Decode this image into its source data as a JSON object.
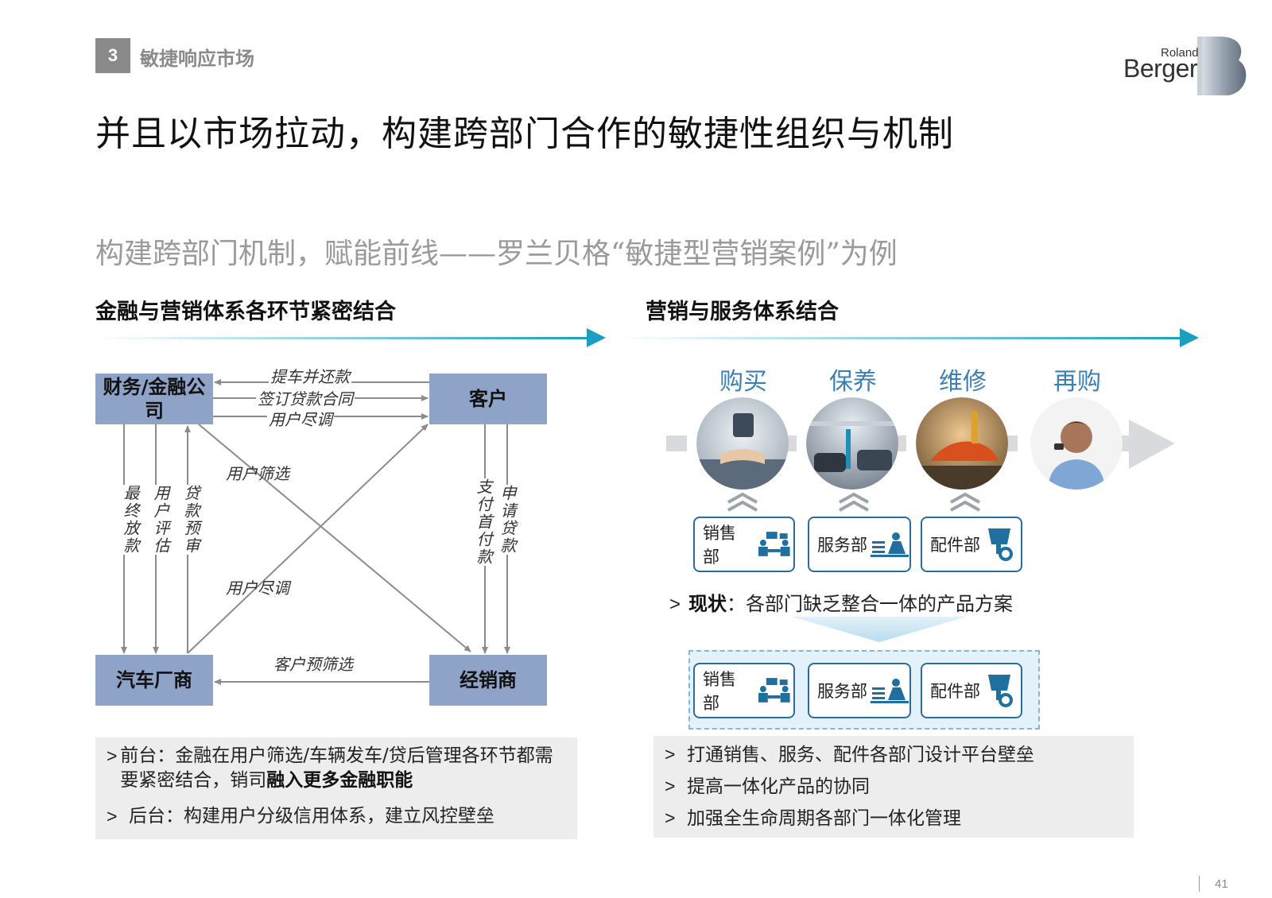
{
  "header": {
    "section_number": "3",
    "section_title": "敏捷响应市场",
    "logo_line1": "Roland",
    "logo_line2": "Berger"
  },
  "title": "并且以市场拉动，构建跨部门合作的敏捷性组织与机制",
  "subtitle": "构建跨部门机制，赋能前线——罗兰贝格“敏捷型营销案例”为例",
  "left": {
    "heading": "金融与营销体系各环节紧密结合",
    "nodes": {
      "finance": "财务/金融公司",
      "customer": "客户",
      "oem": "汽车厂商",
      "dealer": "经销商"
    },
    "edge_labels": {
      "pickup_repay": "提车并还款",
      "sign_contract": "签订贷款合同",
      "due_diligence_top": "用户尽调",
      "screening": "用户筛选",
      "due_diligence_mid": "用户尽调",
      "pre_screening": "客户预筛选",
      "final_loan": "最终放款",
      "user_eval": "用户评估",
      "loan_precheck": "贷款预审",
      "down_payment": "支付首付款",
      "apply_loan": "申请贷款"
    },
    "bullets": [
      {
        "prefix": "前台：金融在用户筛选/车辆发车/贷后管理各环节都需要紧密结合，销司",
        "bold": "融入更多金融职能"
      },
      {
        "prefix": "后台：构建用户分级信用体系，建立风控壁垒",
        "bold": ""
      }
    ]
  },
  "right": {
    "heading": "营销与服务体系结合",
    "stages": [
      "购买",
      "保养",
      "维修",
      "再购"
    ],
    "departments": [
      "销售部",
      "服务部",
      "配件部"
    ],
    "status_label": "现状",
    "status_text": "：各部门缺乏整合一体的产品方案",
    "bullets": [
      "打通销售、服务、配件各部门设计平台壁垒",
      "提高一体化产品的协同",
      "加强全生命周期各部门一体化管理"
    ]
  },
  "page_number": "41",
  "colors": {
    "node_fill": "#8ea3c7",
    "accent_teal": "#1a9fc0",
    "stage_blue": "#3b7fb8",
    "dept_border": "#2b6d98"
  }
}
